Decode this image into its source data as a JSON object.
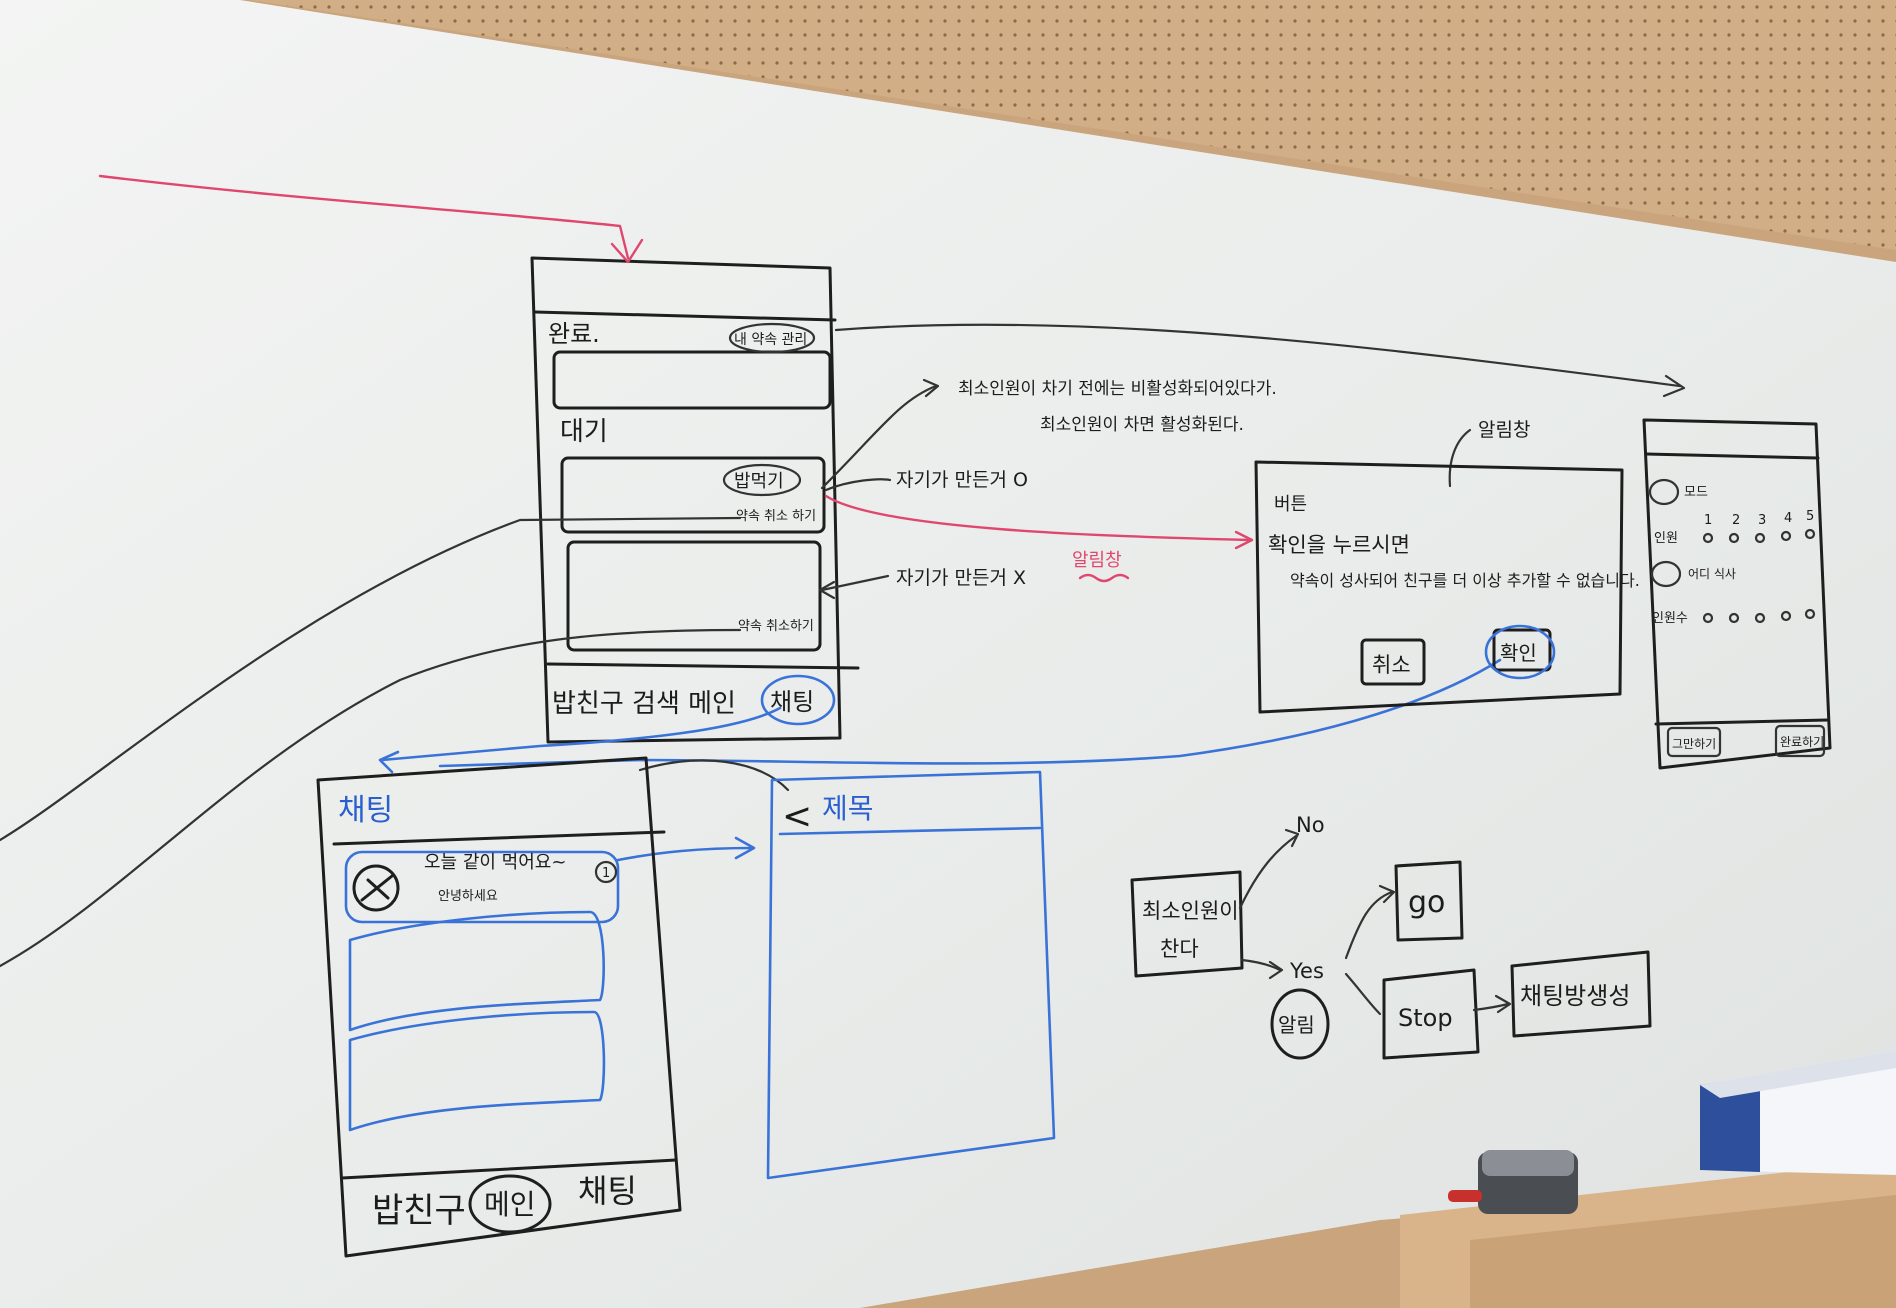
{
  "top_screen": {
    "complete_label": "완료.",
    "my_matches_button": "내 약속 관리",
    "waiting_label": "대기",
    "meal_button": "밥먹기",
    "cancel_promise_button": "약속 취소 하기",
    "cancel_promise_button_2": "약속 취소하기",
    "tab_bar": "밥친구 검색 메인",
    "tab_chat": "채팅"
  },
  "annotations": {
    "note_line1": "최소인원이 차기 전에는 비활성화되어있다가.",
    "note_line2": "최소인원이 차면 활성화된다.",
    "self_made": "자기가 만든거 O",
    "not_self_made": "자기가 만든거 X",
    "alert_window_red": "알림창",
    "alert_window_top": "알림창"
  },
  "alert_popup": {
    "tag": "버튼",
    "line1": "확인을 누르시면",
    "line2": "약속이 성사되어 친구를 더 이상 추가할 수 없습니다.",
    "cancel_button": "취소",
    "confirm_button": "확인"
  },
  "right_panel": {
    "row1_label": "모드",
    "numbers": [
      "1",
      "2",
      "3",
      "4",
      "5"
    ],
    "row2_label": "인원",
    "row3_label": "어디 식사",
    "row4_label": "인원수",
    "footer_left": "그만하기",
    "footer_right": "완료하기"
  },
  "chat_screen": {
    "title": "채팅",
    "item_title": "오늘 같이 먹어요~",
    "item_subtitle": "안녕하세요",
    "item_badge": "1",
    "tab_friend": "밥친구",
    "tab_main": "메인",
    "tab_chat": "채팅"
  },
  "detail_screen": {
    "back": "<",
    "title": "제목"
  },
  "flowchart": {
    "start": "최소인원이 찬다",
    "no": "No",
    "yes": "Yes",
    "alert": "알림",
    "go": "go",
    "stop": "Stop",
    "create_room": "채팅방생성"
  },
  "colors": {
    "board": "#eef0ef",
    "wood": "#c9a47c",
    "black_marker": "#1e1e1e",
    "blue_marker": "#3a73d8",
    "red_marker": "#e0476e"
  }
}
